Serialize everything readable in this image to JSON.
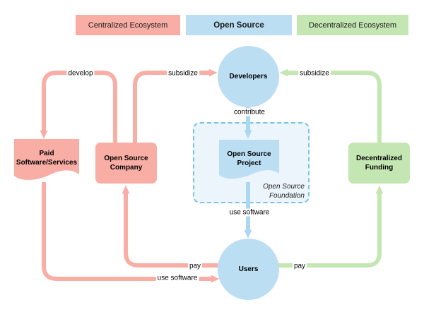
{
  "legend": {
    "centralized": {
      "label": "Centralized Ecosystem",
      "color": "#F8ADA5"
    },
    "open_source": {
      "label": "Open Source",
      "color": "#BBDEF3"
    },
    "decentralized": {
      "label": "Decentralized Ecosystem",
      "color": "#C4E6B2"
    }
  },
  "nodes": {
    "developers": {
      "label": "Developers",
      "shape": "circle",
      "color": "#BBDEF3"
    },
    "users": {
      "label": "Users",
      "shape": "circle",
      "color": "#BBDEF3"
    },
    "paid_software": {
      "label": "Paid\nSoftware/Services",
      "shape": "document",
      "color": "#F8ADA5"
    },
    "open_source_company": {
      "label": "Open Source\nCompany",
      "shape": "rounded-rect",
      "color": "#F8ADA5"
    },
    "open_source_project": {
      "label": "Open Source\nProject",
      "shape": "document",
      "color": "#BBDEF3"
    },
    "decentralized_funding": {
      "label": "Decentralized\nFunding",
      "shape": "rounded-rect",
      "color": "#C4E6B2"
    },
    "open_source_foundation": {
      "label": "Open Source\nFoundation",
      "shape": "dashed-container",
      "border_color": "#7CC2E5",
      "fill_color": "#EBF5FB"
    }
  },
  "edges": {
    "develop": {
      "label": "develop",
      "from": "open_source_company",
      "to": "paid_software",
      "color": "#F8ADA5"
    },
    "subsidize_left": {
      "label": "subsidize",
      "from": "open_source_company",
      "to": "developers",
      "color": "#F8ADA5"
    },
    "subsidize_right": {
      "label": "subsidize",
      "from": "decentralized_funding",
      "to": "developers",
      "color": "#C4E6B2"
    },
    "contribute": {
      "label": "contribute",
      "from": "developers",
      "to": "open_source_project",
      "color": "#ABD7F0"
    },
    "use_software_center": {
      "label": "use software",
      "from": "open_source_project",
      "to": "users",
      "color": "#ABD7F0"
    },
    "pay_left": {
      "label": "pay",
      "from": "users",
      "to": "open_source_company",
      "color": "#F8ADA5"
    },
    "pay_right": {
      "label": "pay",
      "from": "users",
      "to": "decentralized_funding",
      "color": "#C4E6B2"
    },
    "use_software_bottom": {
      "label": "use software",
      "from": "paid_software",
      "to": "users",
      "color": "#F8ADA5"
    }
  }
}
